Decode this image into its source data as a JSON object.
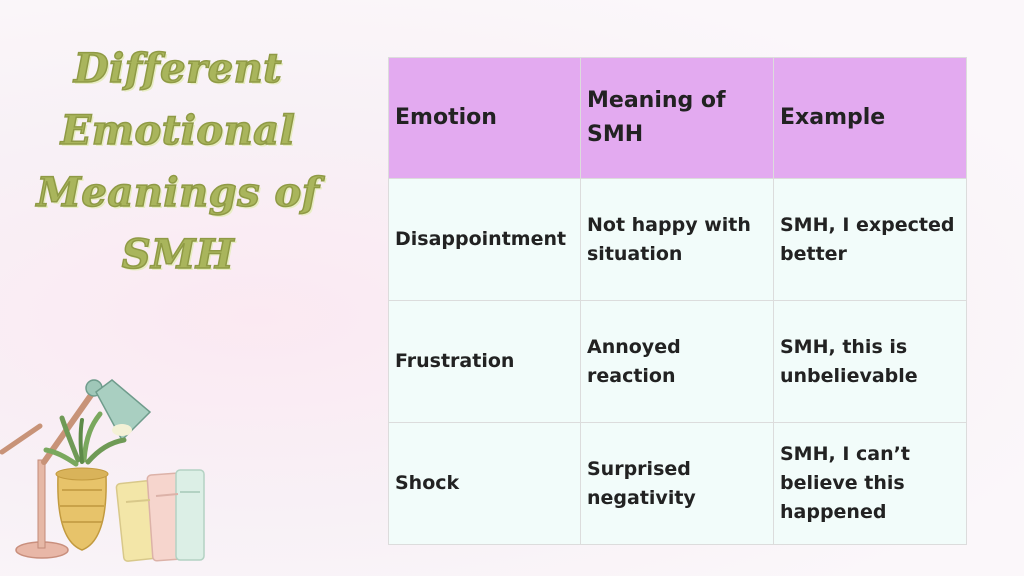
{
  "title": {
    "lines": [
      "Different",
      "Emotional",
      "Meanings of",
      "SMH"
    ]
  },
  "table": {
    "headers": [
      "Emotion",
      "Meaning of SMH",
      "Example"
    ],
    "rows": [
      [
        "Disappointment",
        "Not happy with situation",
        "SMH, I expected better"
      ],
      [
        "Frustration",
        "Annoyed reaction",
        "SMH, this is unbelievable"
      ],
      [
        "Shock",
        "Surprised negativity",
        "SMH, I can’t believe this happened"
      ]
    ]
  },
  "colors": {
    "title": "#a9b55c",
    "header_bg": "#e3aaf0",
    "cell_bg": "#f2fcfa"
  },
  "icons": [
    "desk-lamp-icon",
    "potted-plant-icon",
    "books-icon"
  ]
}
